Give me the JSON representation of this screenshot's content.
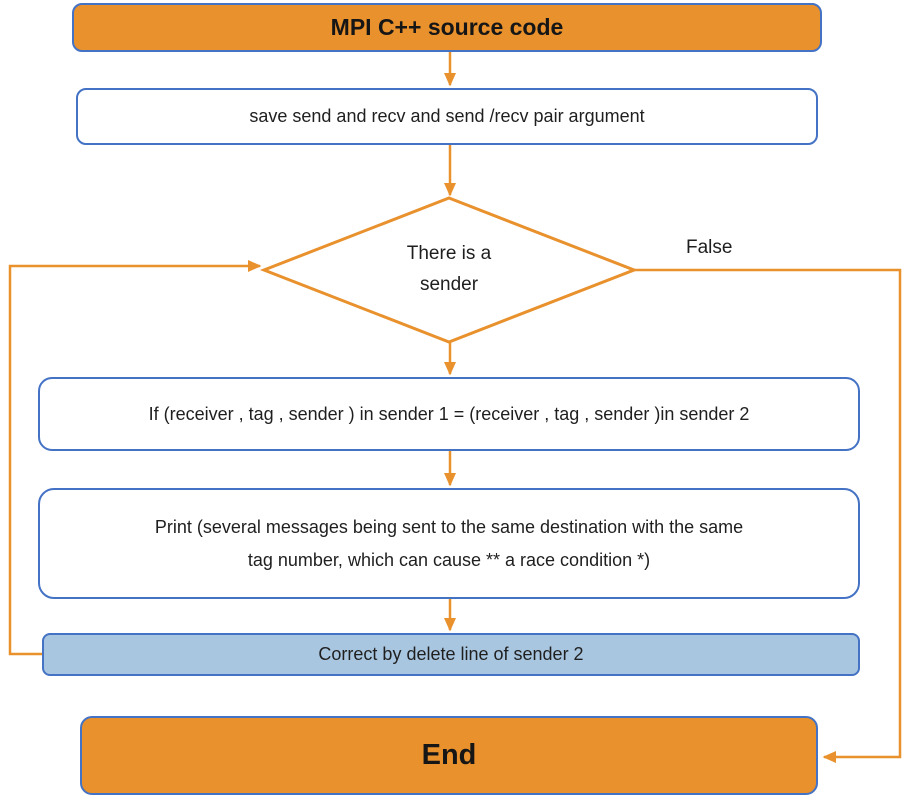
{
  "flowchart": {
    "nodes": {
      "start": {
        "label": "MPI C++ source code"
      },
      "save_args": {
        "label": "save send and recv and  send /recv pair argument"
      },
      "decision": {
        "line1": "There is a",
        "line2": "sender"
      },
      "compare": {
        "label": "If (receiver , tag , sender ) in sender 1 = (receiver , tag , sender )in sender 2"
      },
      "print_warning": {
        "line1": "Print (several messages being sent to the same destination with the same",
        "line2": "tag number, which can cause ** a race condition *)"
      },
      "correct": {
        "label": "Correct by delete line of sender 2"
      },
      "end": {
        "label": "End"
      }
    },
    "edge_labels": {
      "false": "False"
    },
    "colors": {
      "orange_fill": "#E8912D",
      "connector_orange": "#E8912D",
      "border_blue": "#4472C4",
      "light_blue_fill": "#A9C6E1",
      "text": "#1F1F1F"
    }
  }
}
